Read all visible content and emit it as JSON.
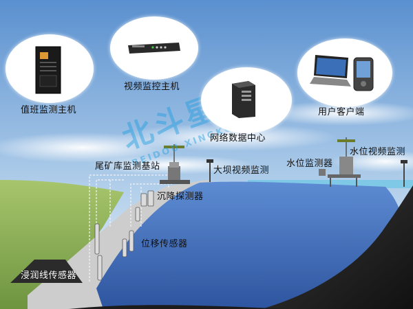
{
  "nodes": {
    "duty_host": "值班监测主机",
    "video_host": "视频监控主机",
    "network_center": "网络数据中心",
    "user_client": "用户客户端"
  },
  "field": {
    "tailings_station": "尾矿库监测基站",
    "dam_video": "大坝视频监测",
    "water_level": "水位监测器",
    "water_video": "水位视频监测",
    "settlement": "沉降探测器",
    "displacement": "位移传感器",
    "seepage": "浸润线传感器"
  },
  "watermark": {
    "brand_cn": "北斗星空",
    "brand_en": "BEIDOU XINGKONG"
  },
  "colors": {
    "sky_top": "#5e95d2",
    "sky_bottom": "#e6f0f8",
    "water": "#3a66b8",
    "grass": "#8fb25a",
    "dam": "#cfcfcf",
    "hill": "#222222"
  }
}
